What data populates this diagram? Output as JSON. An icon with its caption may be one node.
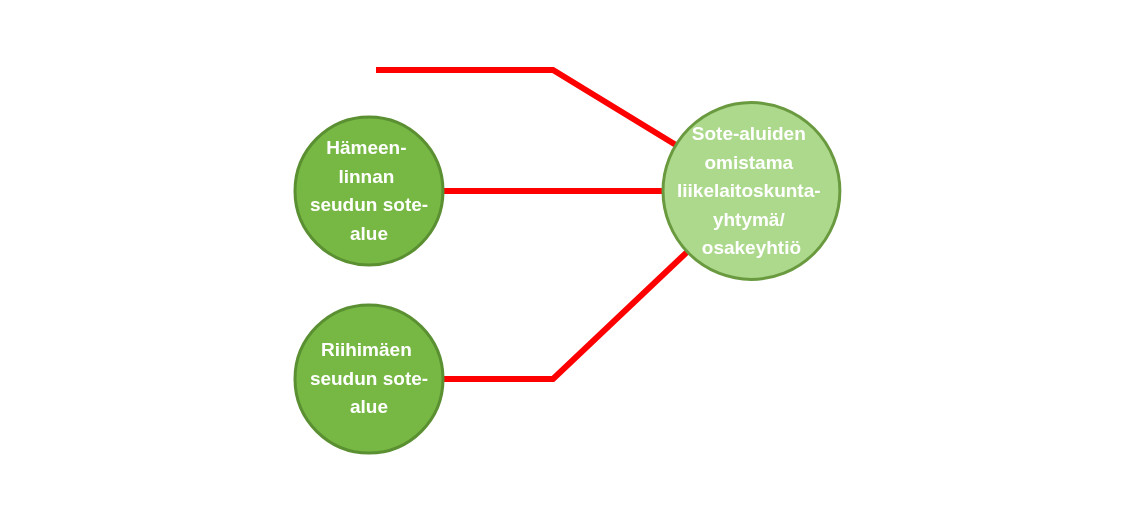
{
  "diagram": {
    "nodes": [
      {
        "text": [
          "Hämeen- linnan seudun sote-alue"
        ]
      },
      {
        "text": [
          "Riihimäen seudun sote-alue"
        ]
      },
      {
        "text": [
          "Sote-aluiden omistama liikelaitoskunta- yhtymä/ osakeyhtiö"
        ]
      }
    ],
    "edges": [
      {
        "from": null,
        "to": 2,
        "arrow": "none"
      },
      {
        "from": 0,
        "to": 2,
        "arrow": "none"
      },
      {
        "from": 1,
        "to": 2,
        "arrow": "none"
      }
    ]
  }
}
